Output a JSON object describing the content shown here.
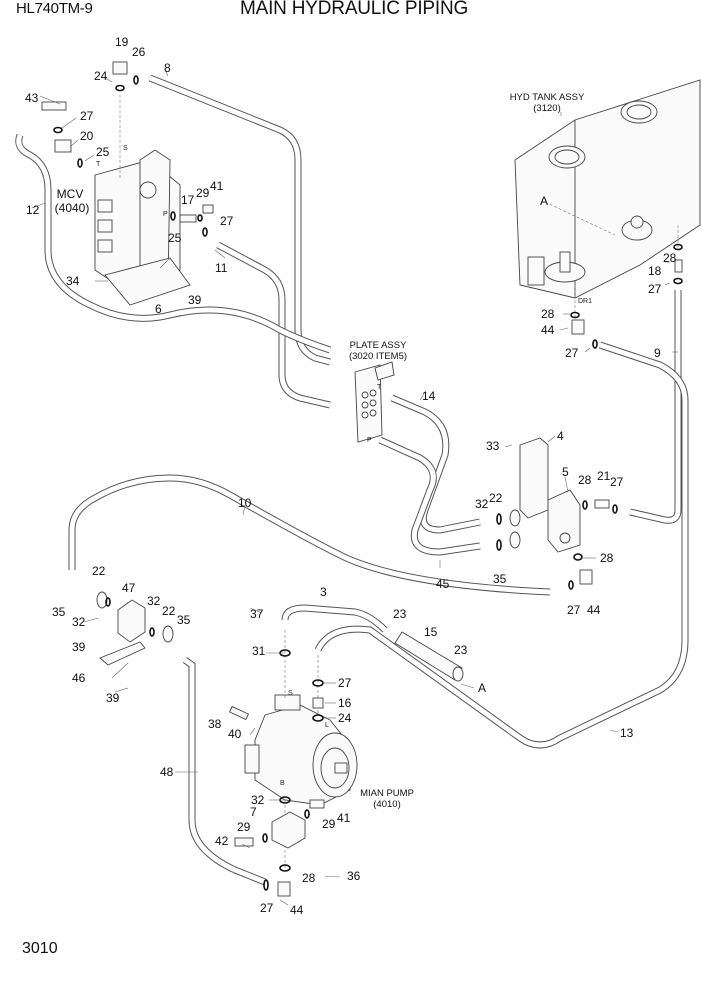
{
  "header": {
    "model": "HL740TM-9",
    "title": "MAIN HYDRAULIC PIPING"
  },
  "footer": {
    "page_number": "3010"
  },
  "assemblies": {
    "mcv": {
      "name": "MCV",
      "code": "(4040)"
    },
    "hyd_tank": {
      "name": "HYD TANK ASSY",
      "code": "(3120)"
    },
    "plate": {
      "name": "PLATE ASSY",
      "code": "(3020 ITEM5)"
    },
    "pump": {
      "name": "MIAN PUMP",
      "code": "(4010)"
    }
  },
  "port_marks": {
    "s_mcv": "S",
    "t_mcv": "T",
    "p_mcv": "P",
    "a_tank": "A",
    "dr1": "DR1",
    "t_plate": "T",
    "p_plate": "P",
    "s_pump": "S",
    "l_pump": "L",
    "b_pump": "B",
    "a_pipe": "A"
  },
  "callouts": [
    {
      "id": "19",
      "label": "19"
    },
    {
      "id": "26",
      "label": "26"
    },
    {
      "id": "24a",
      "label": "24"
    },
    {
      "id": "8",
      "label": "8"
    },
    {
      "id": "43",
      "label": "43"
    },
    {
      "id": "27a",
      "label": "27"
    },
    {
      "id": "20",
      "label": "20"
    },
    {
      "id": "25a",
      "label": "25"
    },
    {
      "id": "12",
      "label": "12"
    },
    {
      "id": "17",
      "label": "17"
    },
    {
      "id": "29a",
      "label": "29"
    },
    {
      "id": "41a",
      "label": "41"
    },
    {
      "id": "27b",
      "label": "27"
    },
    {
      "id": "25b",
      "label": "25"
    },
    {
      "id": "11",
      "label": "11"
    },
    {
      "id": "34",
      "label": "34"
    },
    {
      "id": "39a",
      "label": "39"
    },
    {
      "id": "6",
      "label": "6"
    },
    {
      "id": "28a",
      "label": "28"
    },
    {
      "id": "18",
      "label": "18"
    },
    {
      "id": "27c",
      "label": "27"
    },
    {
      "id": "28b",
      "label": "28"
    },
    {
      "id": "44a",
      "label": "44"
    },
    {
      "id": "27d",
      "label": "27"
    },
    {
      "id": "9",
      "label": "9"
    },
    {
      "id": "14",
      "label": "14"
    },
    {
      "id": "33",
      "label": "33"
    },
    {
      "id": "4",
      "label": "4"
    },
    {
      "id": "5",
      "label": "5"
    },
    {
      "id": "28c",
      "label": "28"
    },
    {
      "id": "21",
      "label": "21"
    },
    {
      "id": "27e",
      "label": "27"
    },
    {
      "id": "32a",
      "label": "32"
    },
    {
      "id": "22a",
      "label": "22"
    },
    {
      "id": "35a",
      "label": "35"
    },
    {
      "id": "45",
      "label": "45"
    },
    {
      "id": "28d",
      "label": "28"
    },
    {
      "id": "27f",
      "label": "27"
    },
    {
      "id": "44b",
      "label": "44"
    },
    {
      "id": "10",
      "label": "10"
    },
    {
      "id": "22b",
      "label": "22"
    },
    {
      "id": "47",
      "label": "47"
    },
    {
      "id": "35b",
      "label": "35"
    },
    {
      "id": "32b",
      "label": "32"
    },
    {
      "id": "32c",
      "label": "32"
    },
    {
      "id": "22c",
      "label": "22"
    },
    {
      "id": "35c",
      "label": "35"
    },
    {
      "id": "39b",
      "label": "39"
    },
    {
      "id": "46",
      "label": "46"
    },
    {
      "id": "39c",
      "label": "39"
    },
    {
      "id": "37",
      "label": "37"
    },
    {
      "id": "3",
      "label": "3"
    },
    {
      "id": "23a",
      "label": "23"
    },
    {
      "id": "15",
      "label": "15"
    },
    {
      "id": "23b",
      "label": "23"
    },
    {
      "id": "31",
      "label": "31"
    },
    {
      "id": "27g",
      "label": "27"
    },
    {
      "id": "16",
      "label": "16"
    },
    {
      "id": "24b",
      "label": "24"
    },
    {
      "id": "38",
      "label": "38"
    },
    {
      "id": "40",
      "label": "40"
    },
    {
      "id": "13",
      "label": "13"
    },
    {
      "id": "48",
      "label": "48"
    },
    {
      "id": "32d",
      "label": "32"
    },
    {
      "id": "7",
      "label": "7"
    },
    {
      "id": "29b",
      "label": "29"
    },
    {
      "id": "41b",
      "label": "41"
    },
    {
      "id": "29c",
      "label": "29"
    },
    {
      "id": "42",
      "label": "42"
    },
    {
      "id": "28e",
      "label": "28"
    },
    {
      "id": "36",
      "label": "36"
    },
    {
      "id": "27h",
      "label": "27"
    },
    {
      "id": "44c",
      "label": "44"
    }
  ]
}
